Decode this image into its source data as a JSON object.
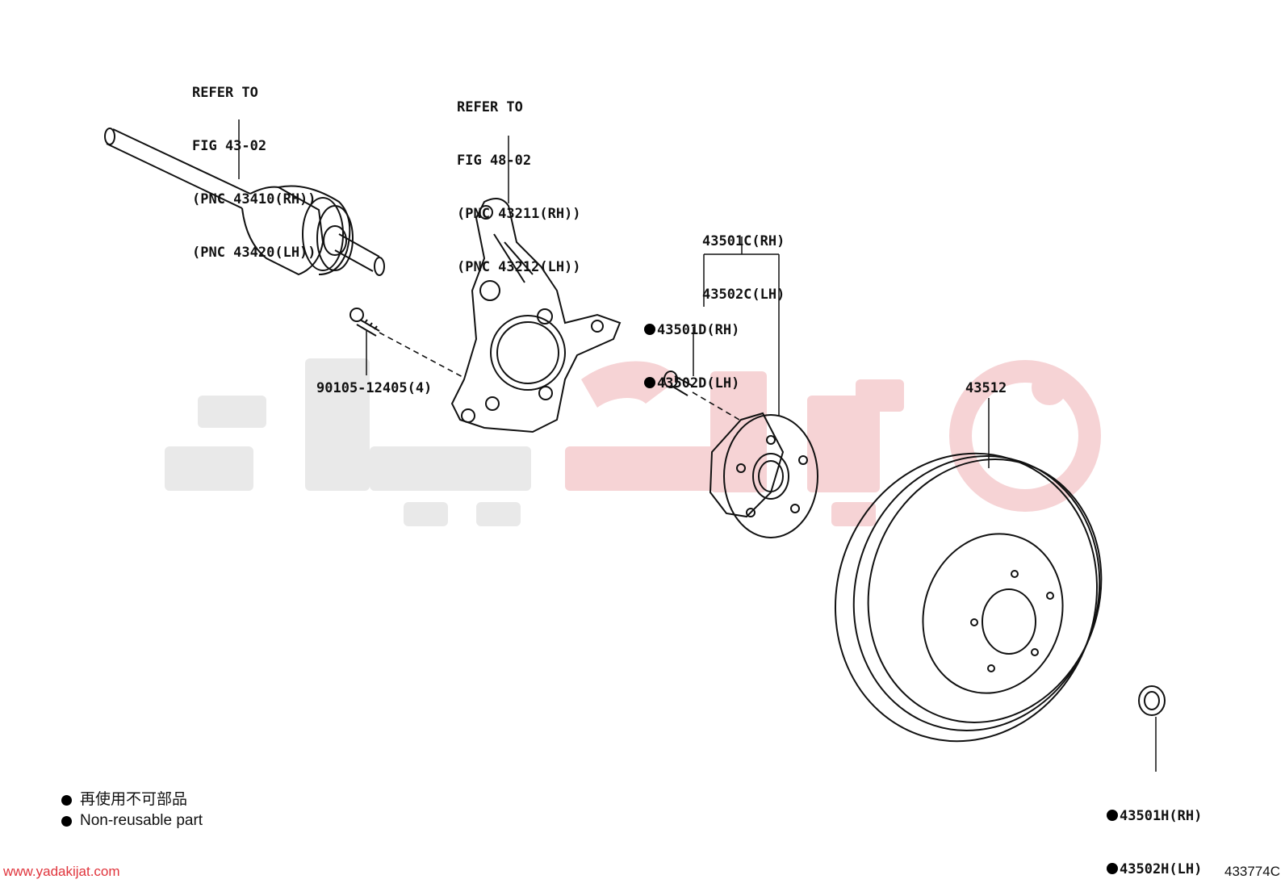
{
  "labels": {
    "drive_shaft": [
      "REFER TO",
      "FIG 43-02",
      "(PNC 43410(RH))",
      "(PNC 43420(LH))"
    ],
    "knuckle": [
      "REFER TO",
      "FIG 48-02",
      "(PNC 43211(RH))",
      "(PNC 43212(LH))"
    ],
    "hub_assembly": [
      "43501C(RH)",
      "43502C(LH)"
    ],
    "hub_bolt": [
      "43501D(RH)",
      "43502D(LH)"
    ],
    "knuckle_bolt": "90105-12405(4)",
    "rotor": "43512",
    "hub_nut": [
      "43501H(RH)",
      "43502H(LH)"
    ]
  },
  "legend": {
    "chinese": "再使用不可部品",
    "english": "Non-reusable part"
  },
  "footer": {
    "website": "www.yadakijat.com",
    "diagram_code": "433774C"
  },
  "colors": {
    "line": "#111111",
    "watermark": "#e9e9e9",
    "watermark_red": "#f2c3c5",
    "url": "#e0343c"
  }
}
